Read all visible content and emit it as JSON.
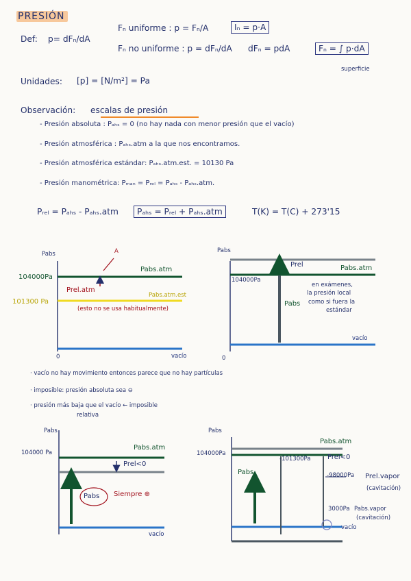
{
  "title": "PRESIÓN",
  "definition": {
    "label": "Def:",
    "main": "p= dFₙ/dA",
    "uniform": "Fₙ uniforme : p = Fₙ/A",
    "uniform_result": "Iₙ = p·A",
    "nonuniform": "Fₙ no uniforme : p = dFₙ/dA",
    "nonuniform_step": "dFₙ = pdA",
    "nonuniform_result": "Fₙ = ∫ p·dA",
    "surface_label": "superficie"
  },
  "units": {
    "label": "Unidades:",
    "formula": "[p] = [N/m²] = Pa"
  },
  "observation": {
    "label": "Observación:",
    "topic": "escalas de presión",
    "items": [
      "- Presión absoluta : Pₐₕₛ = 0 (no hay nada con menor presión que el vacío)",
      "- Presión atmosférica : Pₐₕₛ.atm a la que nos encontramos.",
      "- Presión atmosférica estándar: Pₐₕₛ.atm.est. = 10130 Pa",
      "- Presión manométrica: Pₘₐₙ = Pᵣₑₗ = Pₐₕₛ - Pₐₕₛ.atm."
    ],
    "relation": "Pᵣₑₗ = Pₐₕₛ - Pₐₕₛ.atm",
    "relation_box": "Pₐₕₛ = Pᵣₑₗ + Pₐₕₛ.atm",
    "temperature": "T(K) = T(C) + 273'15"
  },
  "diagram1": {
    "axis_label": "Pabs",
    "zero_label": "0",
    "patm_value": "104000Pa",
    "pstd_value": "101300 Pa",
    "patm_line_label": "Pabs.atm",
    "prel_label": "Prel.atm",
    "pstd_line_label": "Pabs.atm.est",
    "note": "(esto no se usa habitualmente)",
    "vacuum_label": "vacío",
    "arrow_label": "A"
  },
  "diagram2": {
    "axis_label": "Pabs",
    "zero_label": "0",
    "patm_value": "104000Pa",
    "prel_label": "Prel",
    "patm_line_label": "Pabs.atm",
    "pabs_label": "Pabs",
    "exam_note": [
      "en exámenes,",
      "la presión local",
      "como si fuera la",
      "estándar"
    ],
    "vacuum_label": "vacío"
  },
  "notes": [
    "· vacío no hay movimiento entonces parece que no hay partículas",
    "· imposible: presión absoluta sea ⊖",
    "· presión más baja que el vacío ← imposible"
  ],
  "notes_extra": "relativa",
  "diagram3": {
    "axis_label": "Pabs",
    "patm_value": "104000 Pa",
    "patm_line_label": "Pabs.atm",
    "prel_label": "Prel<0",
    "pabs_label": "Pabs",
    "always_label": "Siempre ⊕",
    "vacuum_label": "vacío"
  },
  "diagram4": {
    "axis_label": "Pabs",
    "patm_value": "104000Pa",
    "patm_line_label": "Pabs.atm",
    "std_value": "-101300Pa",
    "prel_label": "Prel<0",
    "pabs_label": "Pabs",
    "vapor_value": "-98000Pa",
    "vapor_label": "Prel.vapor",
    "vapor_note": "(cavitación)",
    "low_value": "3000Pa",
    "low_label": "Pabs.vapor",
    "low_note": "(cavitación)",
    "vacuum_label": "vacío"
  },
  "colors": {
    "ink": "#24306b",
    "green": "#12542f",
    "yellow": "#f0da22",
    "blue": "#2a74c8",
    "red": "#a10f1b",
    "title_highlight": "#f7c89c"
  }
}
